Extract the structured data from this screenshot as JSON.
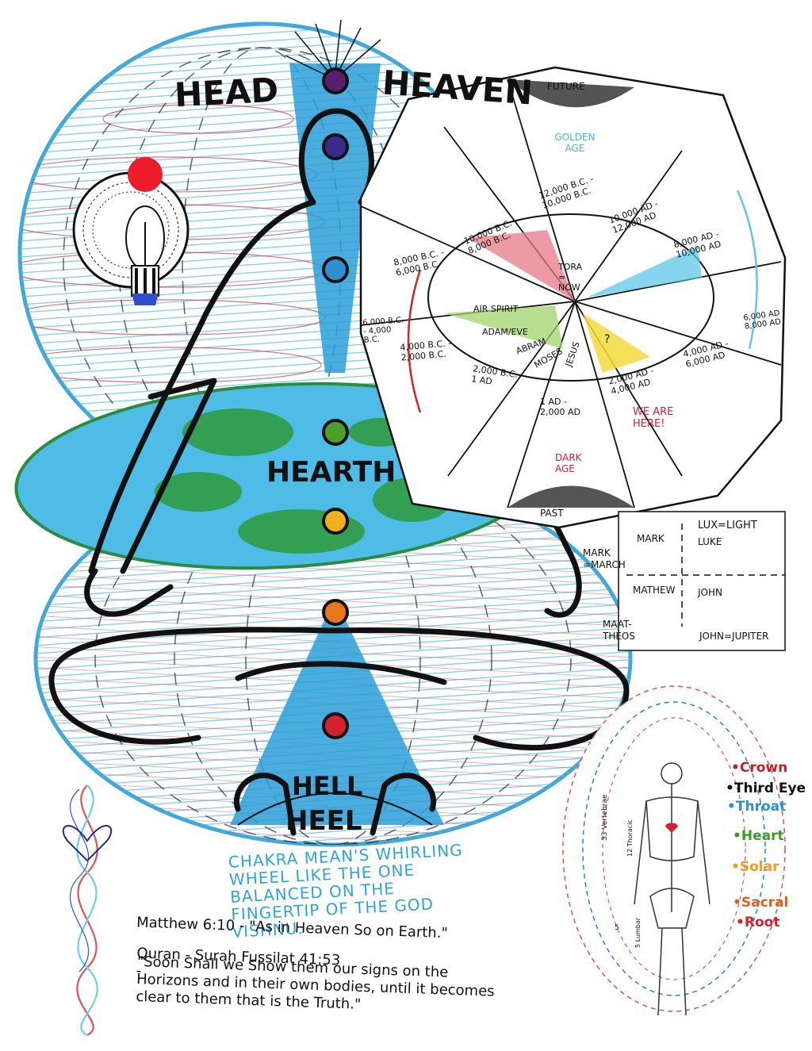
{
  "labels": {
    "head": "HEAD",
    "heaven": "HEAVEN",
    "hearth": "HEARTH",
    "hell": "HELL",
    "heel": "HEEL"
  },
  "wheel": {
    "future": "FUTURE",
    "past": "PAST",
    "golden_age": "GOLDEN AGE",
    "dark_age": "DARK AGE",
    "we_are_here": "WE ARE HERE!",
    "center": "TORA = NOW",
    "air_spirit": "AIR SPIRIT",
    "adam_eve": "ADAM/EVE",
    "abram": "ABRAM",
    "moses": "MOSES",
    "jesus": "JESUS",
    "question": "?",
    "dates": [
      "12,000 B.C. - 10,000 B.C.",
      "10,000 AD - 12,000 AD",
      "10,000 B.C. - 8,000 B.C.",
      "8,000 AD - 10,000 AD",
      "8,000 B.C. - 6,000 B.C.",
      "6,000 AD - 8,000 AD",
      "6,000 B.C. - 4,000 B.C.",
      "4,000 AD - 6,000 AD",
      "4,000 B.C. - 2,000 B.C.",
      "2,000 AD - 4,000 AD",
      "2,000 B.C. - 1 AD",
      "1 AD - 2,000 AD"
    ],
    "colors": {
      "red_sector": "#e57a86",
      "blue_sector": "#5ec7ea",
      "green_sector": "#9fd46a",
      "yellow_sector": "#f2dc3b"
    }
  },
  "gospels": {
    "lux": "LUX=LIGHT",
    "mark": "MARK",
    "luke": "LUKE",
    "mark_march": "MARK =MARCH",
    "mathew": "MATHEW",
    "john": "JOHN",
    "maat_theos": "MAAT- THEOS",
    "john_jupiter": "JOHN=JUPITER"
  },
  "notes": {
    "chakra": "CHAKRA MEAN'S WHIRLING WHEEL LIKE THE ONE BALANCED ON THE FINGERTIP OF THE GOD VISHNU.",
    "matthew": "Matthew 6:10 - \"As in Heaven So on Earth.\"",
    "quran_ref": "Quran - Surah Fussilat 41:53 -",
    "quran_text": "\"Soon Shall we Show them our signs on the Horizons and in their own bodies, until it becomes clear to them that is the Truth.\""
  },
  "chakras": [
    {
      "name": "Crown",
      "color": "#c2202a"
    },
    {
      "name": "Third Eye",
      "color": "#111111"
    },
    {
      "name": "Throat",
      "color": "#2b8fd6"
    },
    {
      "name": "Heart",
      "color": "#3a9a2a"
    },
    {
      "name": "Solar",
      "color": "#f29a1b"
    },
    {
      "name": "Sacral",
      "color": "#e0601f"
    },
    {
      "name": "Root",
      "color": "#d2222b"
    }
  ],
  "skeleton": {
    "vertebrae": "33 Vertebrae",
    "thoracic": "12 Thoracic",
    "lumbar_num": "5",
    "lumbar": "5 Lumbar"
  },
  "chakra_orbs": [
    "#5a1e6e",
    "#3c2a8a",
    "#2c8fd0",
    "#4aa02a",
    "#f2b01e",
    "#e9761c",
    "#d2222b"
  ]
}
